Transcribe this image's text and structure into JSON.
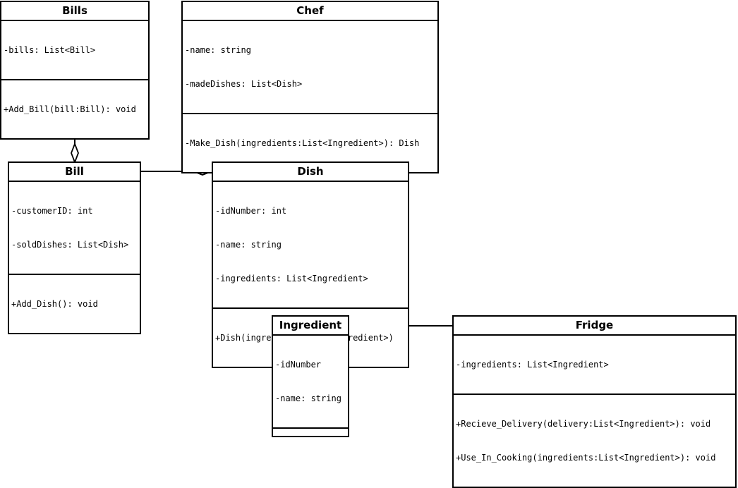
{
  "classes": {
    "bills": {
      "name": "Bills",
      "attributes": [
        "-bills: List<Bill>"
      ],
      "operations": [
        "+Add_Bill(bill:Bill): void"
      ]
    },
    "chef": {
      "name": "Chef",
      "attributes": [
        "-name: string",
        "-madeDishes: List<Dish>"
      ],
      "operations": [
        "-Make_Dish(ingredients:List<Ingredient>): Dish"
      ]
    },
    "bill": {
      "name": "Bill",
      "attributes": [
        "-customerID: int",
        "-soldDishes: List<Dish>"
      ],
      "operations": [
        "+Add_Dish(): void"
      ]
    },
    "dish": {
      "name": "Dish",
      "attributes": [
        "-idNumber: int",
        "-name: string",
        "-ingredients: List<Ingredient>"
      ],
      "operations": [
        "+Dish(ingredients:List<Ingredient>)"
      ]
    },
    "ingredient": {
      "name": "Ingredient",
      "attributes": [
        "-idNumber",
        "-name: string"
      ],
      "operations": []
    },
    "fridge": {
      "name": "Fridge",
      "attributes": [
        "-ingredients: List<Ingredient>"
      ],
      "operations": [
        "+Recieve_Delivery(delivery:List<Ingredient>): void",
        "+Use_In_Cooking(ingredients:List<Ingredient>): void"
      ]
    }
  },
  "relations": [
    {
      "from": "bills",
      "to": "bill",
      "kind": "aggregation"
    },
    {
      "from": "chef",
      "to": "dish",
      "kind": "aggregation"
    },
    {
      "from": "bill",
      "to": "dish",
      "kind": "aggregation"
    },
    {
      "from": "dish",
      "to": "ingredient",
      "kind": "composition"
    },
    {
      "from": "fridge",
      "to": "ingredient",
      "kind": "composition"
    }
  ]
}
